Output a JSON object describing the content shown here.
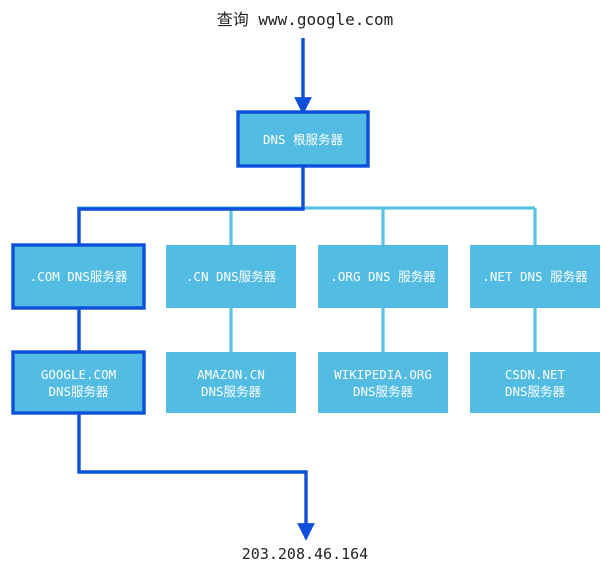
{
  "diagram": {
    "title": "查询 www.google.com",
    "result": "203.208.46.164",
    "colors": {
      "node_fill": "#53bce2",
      "highlight_border": "#0d4fdb",
      "highlight_link": "#0d4fdb",
      "normal_link": "#5cc2e4",
      "label_text": "#ffffff",
      "page_text": "#232323",
      "background": "#ffffff"
    },
    "root": {
      "label": "DNS 根服务器",
      "highlighted": true
    },
    "tld_row": [
      {
        "label": ".COM DNS服务器",
        "highlighted": true
      },
      {
        "label": ".CN DNS服务器",
        "highlighted": false
      },
      {
        "label": ".ORG DNS 服务器",
        "highlighted": false
      },
      {
        "label": ".NET DNS 服务器",
        "highlighted": false
      }
    ],
    "authoritative_row": [
      {
        "line1": "GOOGLE.COM",
        "line2": "DNS服务器",
        "highlighted": true
      },
      {
        "line1": "AMAZON.CN",
        "line2": "DNS服务器",
        "highlighted": false
      },
      {
        "line1": "WIKIPEDIA.ORG",
        "line2": "DNS服务器",
        "highlighted": false
      },
      {
        "line1": "CSDN.NET",
        "line2": "DNS服务器",
        "highlighted": false
      }
    ]
  }
}
